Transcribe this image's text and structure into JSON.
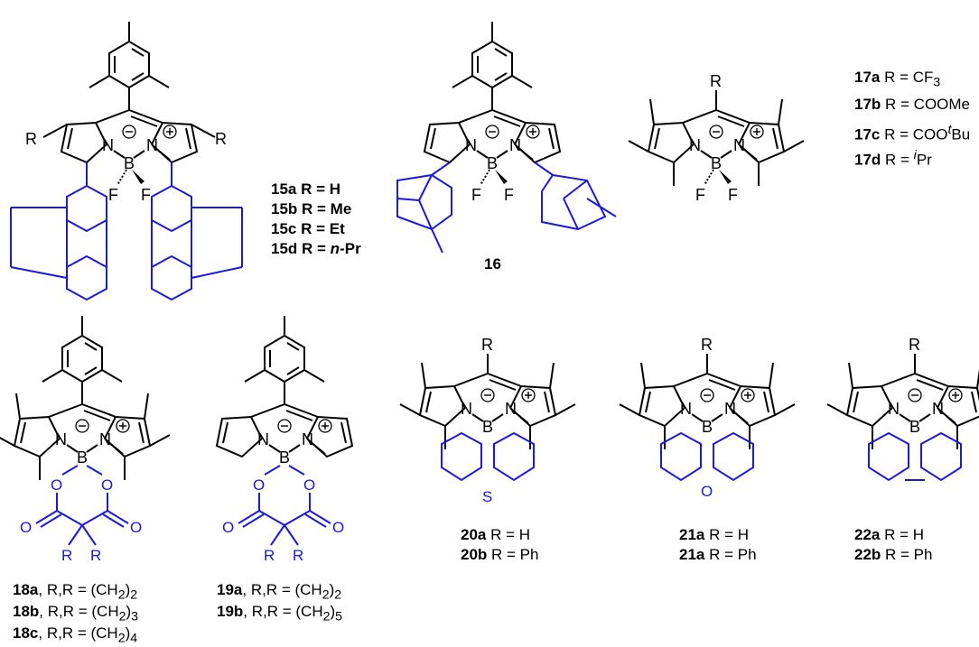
{
  "atoms": {
    "N": "N",
    "B": "B",
    "F": "F",
    "O": "O",
    "S": "S",
    "R": "R",
    "plus": "+",
    "minus": "−"
  },
  "compounds": {
    "c15": {
      "lines": [
        {
          "id": "15a",
          "text": " R = H"
        },
        {
          "id": "15b",
          "text": " R = Me"
        },
        {
          "id": "15c",
          "text": " R = Et"
        },
        {
          "id": "15d",
          "text_pre": " R = ",
          "italic": "n",
          "text_post": "-Pr"
        }
      ]
    },
    "c16": {
      "id": "16"
    },
    "c17": {
      "lines": [
        {
          "id": "17a",
          "pre": " R = CF",
          "sub": "3",
          "post": ""
        },
        {
          "id": "17b",
          "pre": " R = COOMe",
          "sup": "",
          "post": ""
        },
        {
          "id": "17c",
          "pre": " R = COO",
          "sup": "t",
          "post": "Bu"
        },
        {
          "id": "17d",
          "pre": " R = ",
          "sup": "i",
          "post": "Pr"
        }
      ]
    },
    "c18": {
      "lines": [
        {
          "id": "18a",
          "pre": ", R,R = (CH",
          "sub": "2",
          "post": ")",
          "sub2": "2"
        },
        {
          "id": "18b",
          "pre": ", R,R = (CH",
          "sub": "2",
          "post": ")",
          "sub2": "3"
        },
        {
          "id": "18c",
          "pre": ", R,R = (CH",
          "sub": "2",
          "post": ")",
          "sub2": "4"
        }
      ]
    },
    "c19": {
      "lines": [
        {
          "id": "19a",
          "pre": ", R,R = (CH",
          "sub": "2",
          "post": ")",
          "sub2": "2"
        },
        {
          "id": "19b",
          "pre": ", R,R = (CH",
          "sub": "2",
          "post": ")",
          "sub2": "5"
        }
      ]
    },
    "c20": {
      "lines": [
        {
          "id": "20a",
          "text": " R = H"
        },
        {
          "id": "20b",
          "text": " R = Ph"
        }
      ]
    },
    "c21": {
      "lines": [
        {
          "id": "21a",
          "text": " R = H"
        },
        {
          "id": "21a",
          "text": " R = Ph"
        }
      ]
    },
    "c22": {
      "lines": [
        {
          "id": "22a",
          "text": " R = H"
        },
        {
          "id": "22b",
          "text": " R = Ph"
        }
      ]
    }
  },
  "colors": {
    "black": "#000000",
    "blue": "#1a1adc"
  }
}
